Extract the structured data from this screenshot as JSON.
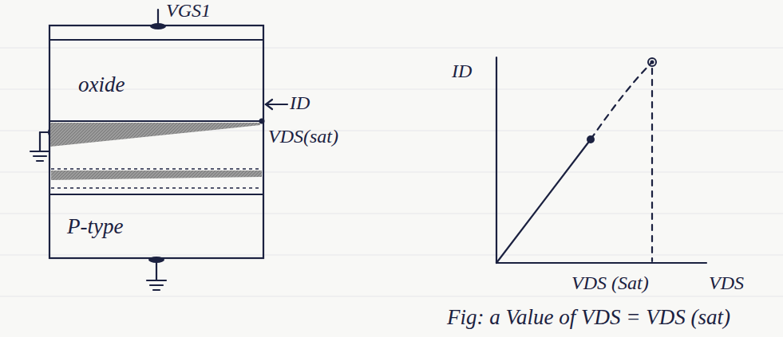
{
  "diagram": {
    "caption": "Fig: a Value of VDS = VDS (sat)",
    "nodes": [
      {
        "text": [
          "oxide"
        ]
      },
      {
        "text": [
          "P-type"
        ]
      }
    ],
    "labels": [
      "VGS1",
      "ID",
      "VDS(sat)",
      "ID",
      "VDS (Sat)",
      "VDS"
    ]
  }
}
